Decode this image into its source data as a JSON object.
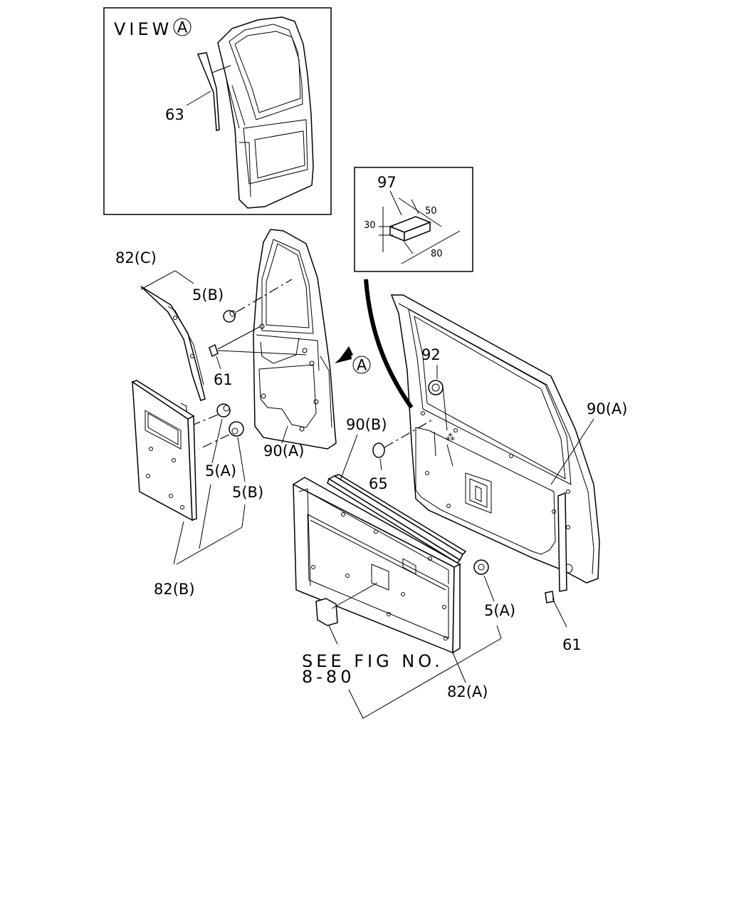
{
  "inset_view": {
    "title": "VIEW",
    "marker": "A"
  },
  "dimension_box": {
    "part": "97",
    "dim_height": "30",
    "dim_width": "50",
    "dim_length": "80"
  },
  "view_arrow_marker": "A",
  "see_figure_note": {
    "line1": "SEE FIG NO.",
    "line2": "8-80"
  },
  "callouts": {
    "c63": "63",
    "c82c": "82(C)",
    "c5b_top": "5(B)",
    "c61_left": "61",
    "c90a_left": "90(A)",
    "c5a_left": "5(A)",
    "c5b_left": "5(B)",
    "c82b": "82(B)",
    "c90b": "90(B)",
    "c65": "65",
    "c92": "92",
    "c90a_right": "90(A)",
    "c5a_right": "5(A)",
    "c61_right": "61",
    "c82a": "82(A)"
  }
}
